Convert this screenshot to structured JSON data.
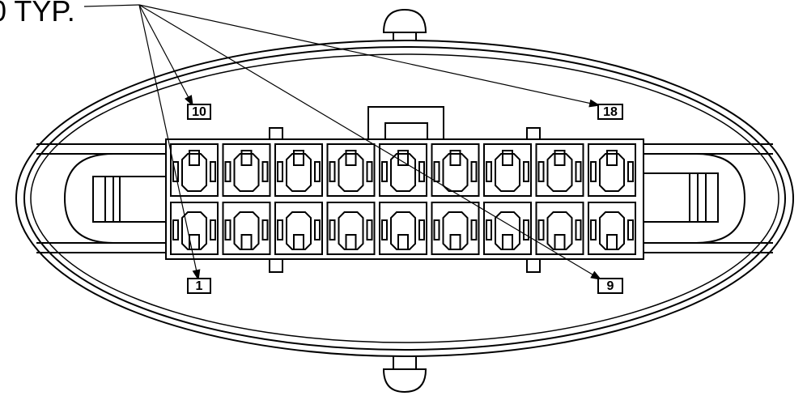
{
  "callout": {
    "text": "0 TYP."
  },
  "pin_labels": {
    "top_left": "10",
    "top_right": "18",
    "bottom_left": "1",
    "bottom_right": "9"
  },
  "connector": {
    "cavity_rows": 2,
    "cavities_per_row": 9
  },
  "colors": {
    "line": "#000000",
    "background": "#ffffff"
  }
}
